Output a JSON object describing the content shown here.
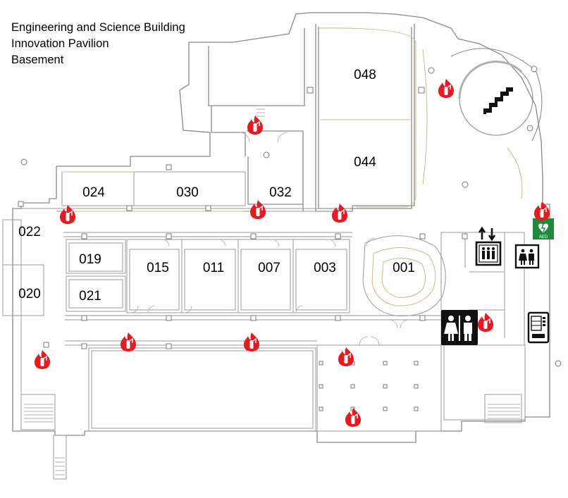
{
  "header": {
    "line1": "Engineering and Science Building",
    "line2": "Innovation Pavilion",
    "line3": "Basement"
  },
  "rooms": [
    "048",
    "044",
    "024",
    "030",
    "032",
    "022",
    "019",
    "015",
    "011",
    "007",
    "003",
    "001",
    "021",
    "020"
  ],
  "aed": {
    "label": "AED"
  },
  "icons": {
    "fire_extinguisher": "fire-extinguisher-icon",
    "stairs": "stairs-icon",
    "elevator": "elevator-icon",
    "restroom": "restroom-icon",
    "vending": "vending-machine-icon",
    "aed": "aed-icon"
  },
  "colors": {
    "fire": "#e31b23",
    "aed_green": "#1f8a3b",
    "wall": "#8a8a8a",
    "accent_line": "#c8b98a",
    "icon_dark": "#111111"
  }
}
